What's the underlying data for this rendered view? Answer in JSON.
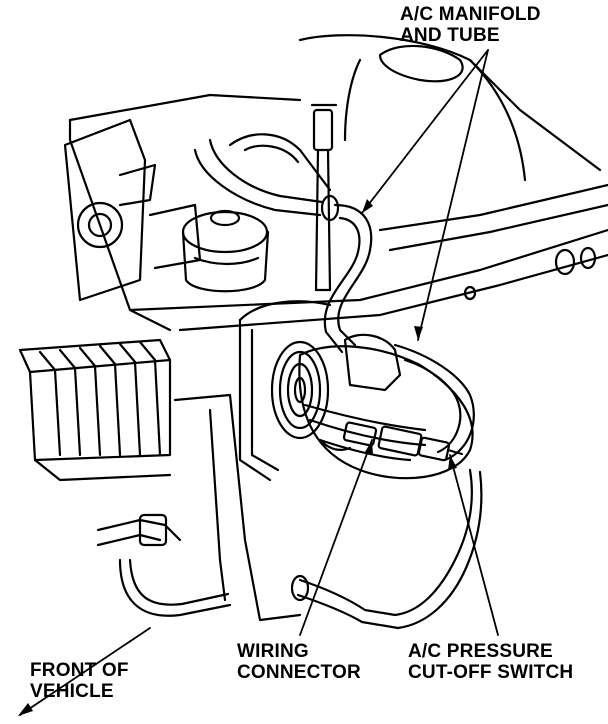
{
  "labels": {
    "manifold_line1": "A/C MANIFOLD",
    "manifold_line2": "AND TUBE",
    "wiring_line1": "WIRING",
    "wiring_line2": "CONNECTOR",
    "switch_line1": "A/C PRESSURE",
    "switch_line2": "CUT-OFF SWITCH",
    "front_line1": "FRONT OF",
    "front_line2": "VEHICLE"
  },
  "colors": {
    "ink": "#000000",
    "paper": "#ffffff"
  }
}
